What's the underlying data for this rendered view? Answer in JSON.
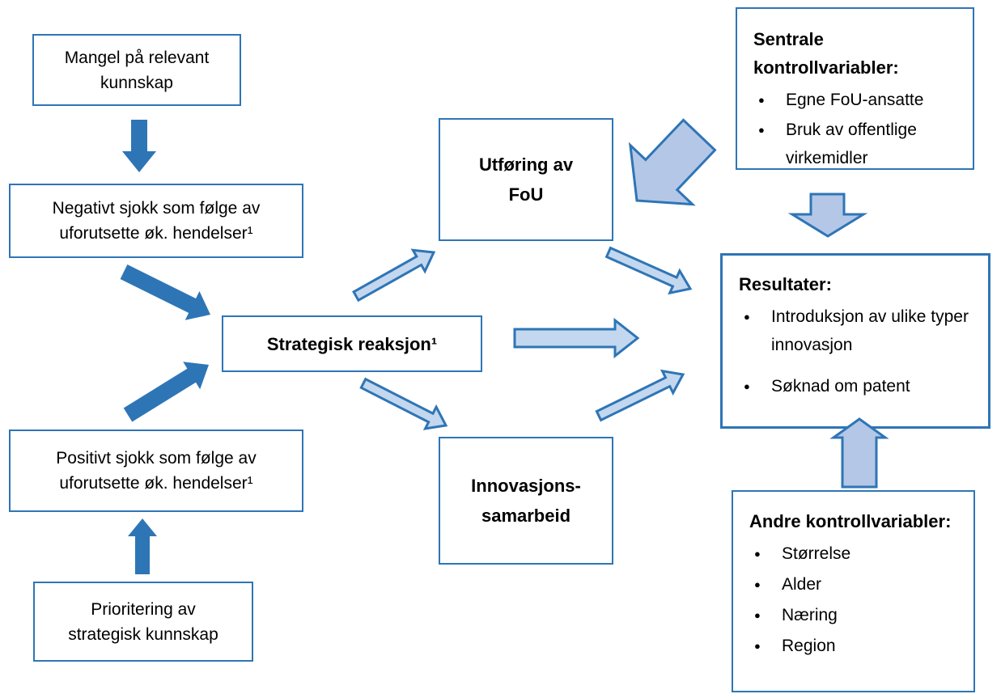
{
  "colors": {
    "box_border": "#2E75B6",
    "dark_arrow": "#2E75B6",
    "light_arrow_fill": "#C3D7EE",
    "light_arrow_stroke": "#2E75B6",
    "block_arrow_fill": "#B4C7E7",
    "block_arrow_stroke": "#2E75B6",
    "text": "#000000",
    "background": "#FFFFFF"
  },
  "boxes": {
    "mangel": {
      "lines": [
        "Mangel på relevant",
        "kunnskap"
      ]
    },
    "negativt": {
      "lines": [
        "Negativt sjokk som følge av",
        "uforutsette øk. hendelser¹"
      ]
    },
    "strategisk": {
      "text": "Strategisk reaksjon¹"
    },
    "positivt": {
      "lines": [
        "Positivt sjokk som følge av",
        "uforutsette øk. hendelser¹"
      ]
    },
    "prioritering": {
      "lines": [
        "Prioritering av",
        "strategisk kunnskap"
      ]
    },
    "utforing": {
      "lines": [
        "Utføring av",
        "FoU"
      ]
    },
    "innovasjons": {
      "lines": [
        "Innovasjons-",
        "samarbeid"
      ]
    },
    "sentrale": {
      "title": "Sentrale kontrollvariabler:",
      "bullets": [
        "Egne FoU-ansatte",
        "Bruk av offentlige virkemidler"
      ]
    },
    "resultater": {
      "title": "Resultater:",
      "bullets": [
        "Introduksjon av ulike typer innovasjon",
        "Søknad om patent"
      ]
    },
    "andre": {
      "title": "Andre kontrollvariabler:",
      "bullets": [
        "Størrelse",
        "Alder",
        "Næring",
        "Region"
      ]
    }
  }
}
